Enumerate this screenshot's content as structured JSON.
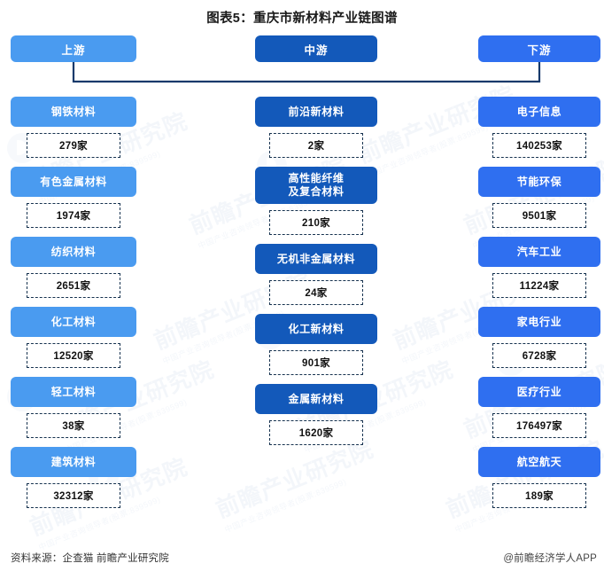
{
  "title": "图表5：重庆市新材料产业链图谱",
  "colors": {
    "upstream": "#4a9bf0",
    "midstream": "#1359ba",
    "downstream": "#2f6ff0",
    "connector": "#173a6b",
    "count_border": "#16324f"
  },
  "columns": [
    {
      "key": "upstream",
      "header": "上游",
      "nodes": [
        {
          "label": "钢铁材料",
          "count": "279家"
        },
        {
          "label": "有色金属材料",
          "count": "1974家"
        },
        {
          "label": "纺织材料",
          "count": "2651家"
        },
        {
          "label": "化工材料",
          "count": "12520家"
        },
        {
          "label": "轻工材料",
          "count": "38家"
        },
        {
          "label": "建筑材料",
          "count": "32312家"
        }
      ]
    },
    {
      "key": "midstream",
      "header": "中游",
      "nodes": [
        {
          "label": "前沿新材料",
          "count": "2家"
        },
        {
          "label": "高性能纤维\n及复合材料",
          "count": "210家"
        },
        {
          "label": "无机非金属材料",
          "count": "24家"
        },
        {
          "label": "化工新材料",
          "count": "901家"
        },
        {
          "label": "金属新材料",
          "count": "1620家"
        }
      ]
    },
    {
      "key": "downstream",
      "header": "下游",
      "nodes": [
        {
          "label": "电子信息",
          "count": "140253家"
        },
        {
          "label": "节能环保",
          "count": "9501家"
        },
        {
          "label": "汽车工业",
          "count": "11224家"
        },
        {
          "label": "家电行业",
          "count": "6728家"
        },
        {
          "label": "医疗行业",
          "count": "176497家"
        },
        {
          "label": "航空航天",
          "count": "189家"
        }
      ]
    }
  ],
  "footer": {
    "source": "资料来源：企查猫 前瞻产业研究院",
    "app": "@前瞻经济学人APP"
  },
  "watermark": {
    "text": "前瞻产业研究院",
    "sub": "中国产业咨询领导者(股票:839599)"
  }
}
